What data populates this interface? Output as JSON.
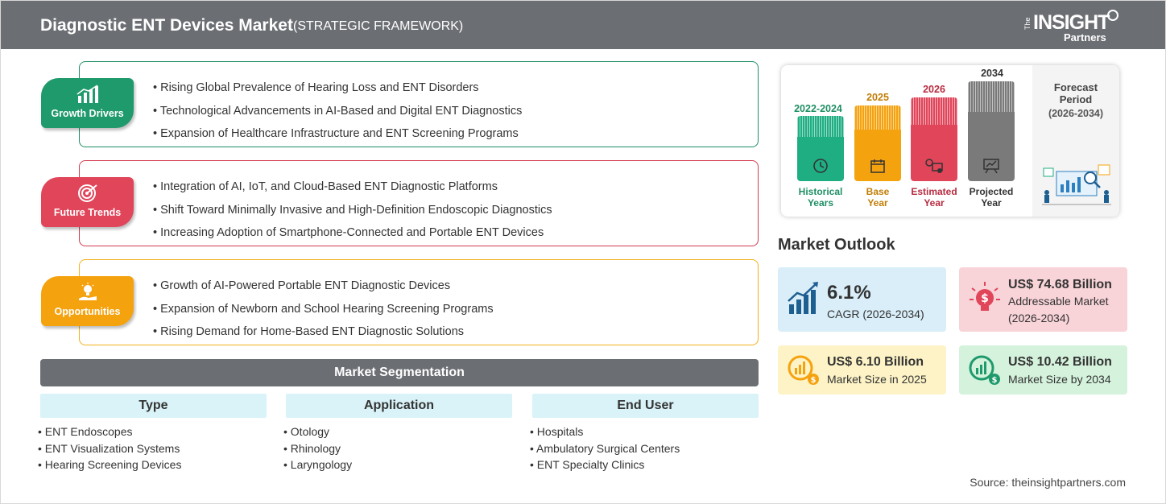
{
  "header": {
    "title": "Diagnostic ENT Devices Market",
    "subtitle": "(STRATEGIC FRAMEWORK)",
    "logo_the": "The",
    "logo_insight": "INSIGHT",
    "logo_partners": "Partners"
  },
  "sections": [
    {
      "label": "Growth Drivers",
      "icon": "bar-chart-icon",
      "color": "#1f9a6c",
      "items": [
        "Rising Global Prevalence of Hearing Loss and ENT Disorders",
        "Technological Advancements in AI-Based and Digital ENT Diagnostics",
        "Expansion of Healthcare Infrastructure and ENT Screening Programs"
      ]
    },
    {
      "label": "Future Trends",
      "icon": "target-icon",
      "color": "#e0455a",
      "items": [
        "Integration of AI, IoT, and Cloud-Based ENT Diagnostic Platforms",
        "Shift Toward Minimally Invasive and High-Definition Endoscopic Diagnostics",
        "Increasing Adoption of Smartphone-Connected and Portable ENT Devices"
      ]
    },
    {
      "label": "Opportunities",
      "icon": "lightbulb-hand-icon",
      "color": "#f5a20f",
      "items": [
        "Growth of AI-Powered Portable ENT Diagnostic Devices",
        "Expansion of Newborn and School Hearing Screening Programs",
        "Rising Demand for Home-Based ENT Diagnostic Solutions"
      ]
    }
  ],
  "segmentation": {
    "title": "Market Segmentation",
    "columns": [
      {
        "head": "Type",
        "items": [
          "ENT Endoscopes",
          "ENT Visualization Systems",
          "Hearing Screening Devices"
        ]
      },
      {
        "head": "Application",
        "items": [
          "Otology",
          "Rhinology",
          "Laryngology"
        ]
      },
      {
        "head": "End User",
        "items": [
          "Hospitals",
          "Ambulatory Surgical Centers",
          "ENT Specialty Clinics"
        ]
      }
    ]
  },
  "timeline": {
    "bars": [
      {
        "year": "2022-2024",
        "caption_1": "Historical",
        "caption_2": "Years",
        "color": "#1fae82",
        "year_color": "#1f8f64",
        "icon": "history-icon"
      },
      {
        "year": "2025",
        "caption_1": "Base",
        "caption_2": "Year",
        "color": "#f5a20f",
        "year_color": "#c17d06",
        "icon": "calendar-icon"
      },
      {
        "year": "2026",
        "caption_1": "Estimated",
        "caption_2": "Year",
        "color": "#e0455a",
        "year_color": "#b82b40",
        "icon": "gear-chart-icon"
      },
      {
        "year": "2034",
        "caption_1": "Projected",
        "caption_2": "Year",
        "color": "#7a7a7a",
        "year_color": "#333333",
        "icon": "presentation-icon"
      }
    ],
    "forecast_label_1": "Forecast",
    "forecast_label_2": "Period",
    "forecast_years": "(2026-2034)"
  },
  "outlook": {
    "title": "Market Outlook",
    "metrics": [
      {
        "value": "6.1%",
        "desc_1": "CAGR (2026-2034)",
        "desc_2": "",
        "bg": "#d9eef9",
        "icon": "growth-chart-icon"
      },
      {
        "value": "US$ 74.68 Billion",
        "desc_1": "Addressable Market",
        "desc_2": "(2026-2034)",
        "bg": "#f8d3d8",
        "icon": "dollar-bulb-icon"
      },
      {
        "value": "US$ 6.10 Billion",
        "desc_1": "Market Size in 2025",
        "desc_2": "",
        "bg": "#fdf3c6",
        "icon": "money-chart-icon"
      },
      {
        "value": "US$ 10.42 Billion",
        "desc_1": "Market Size by 2034",
        "desc_2": "",
        "bg": "#d4f2dc",
        "icon": "money-growth-icon"
      }
    ]
  },
  "source": "Source: theinsightpartners.com"
}
